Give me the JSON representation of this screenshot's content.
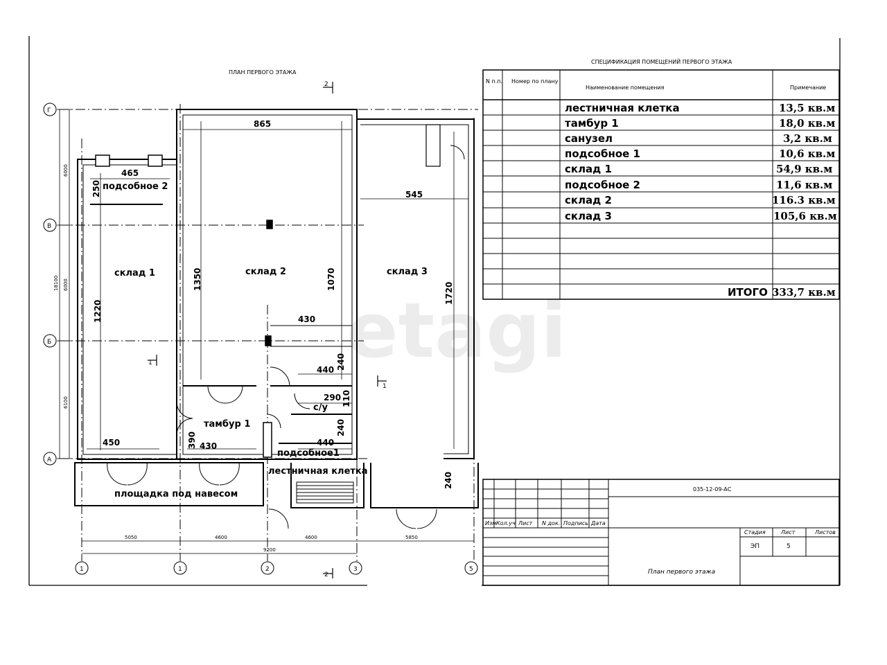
{
  "plan": {
    "title": "ПЛАН ПЕРВОГО ЭТАЖА",
    "rooms": {
      "podsobnoe2": "подсобное 2",
      "sklad1": "склад 1",
      "sklad2": "склад 2",
      "sklad3": "склад 3",
      "tambur1": "тамбур 1",
      "su": "с/у",
      "podsobnoe1": "подсобное1",
      "lestnichnaya": "лестничная клетка",
      "ploshadka": "площадка под навесом"
    },
    "dims": {
      "d865": "865",
      "d465": "465",
      "d250": "250",
      "d545": "545",
      "d1350": "1350",
      "d1070": "1070",
      "d1220": "1220",
      "d1720": "1720",
      "d430a": "430",
      "d440a": "440",
      "d240a": "240",
      "d290": "290",
      "d110": "110",
      "d440b": "440",
      "d240b": "240",
      "d450": "450",
      "d390": "390",
      "d430b": "430",
      "d240c": "240"
    },
    "axes_rows": [
      "Г",
      "В",
      "Б",
      "А"
    ],
    "axes_cols": [
      "1",
      "1",
      "2",
      "3",
      "5"
    ],
    "row_spacings": [
      "6000",
      "6000",
      "6100"
    ],
    "row_total": "18100",
    "col_spacings": [
      "5050",
      "4600",
      "4600",
      "5850"
    ],
    "col_total": "9200",
    "section_marks": [
      "2",
      "2",
      "1",
      "1"
    ]
  },
  "spec": {
    "title": "СПЕЦИФИКАЦИЯ ПОМЕЩЕНИЙ ПЕРВОГО ЭТАЖА",
    "headers": {
      "no": "N п.п.",
      "num": "Номер по плану",
      "name": "Наименование помещения",
      "note": "Примечание"
    },
    "rows": [
      {
        "name": "лестничная клетка",
        "area": "13,5 кв.м"
      },
      {
        "name": "тамбур 1",
        "area": "18,0 кв.м"
      },
      {
        "name": "санузел",
        "area": "3,2 кв.м"
      },
      {
        "name": "подсобное 1",
        "area": "10,6 кв.м"
      },
      {
        "name": "склад 1",
        "area": "54,9 кв.м"
      },
      {
        "name": "подсобное 2",
        "area": "11,6 кв.м"
      },
      {
        "name": "склад 2",
        "area": "116.3 кв.м"
      },
      {
        "name": "склад 3",
        "area": "105,6 кв.м"
      }
    ],
    "total_label": "ИТОГО",
    "total_value": "333,7 кв.м"
  },
  "stamp": {
    "code": "035-12-09-АС",
    "cols": [
      "Изм",
      "Кол.уч",
      "Лист",
      "N док.",
      "Подпись",
      "Дата"
    ],
    "stage_label": "Стадия",
    "sheet_label": "Лист",
    "sheets_label": "Листов",
    "stage": "ЭП",
    "sheet": "5",
    "sheet_title": "План первого этажа"
  },
  "watermark": "etagi"
}
